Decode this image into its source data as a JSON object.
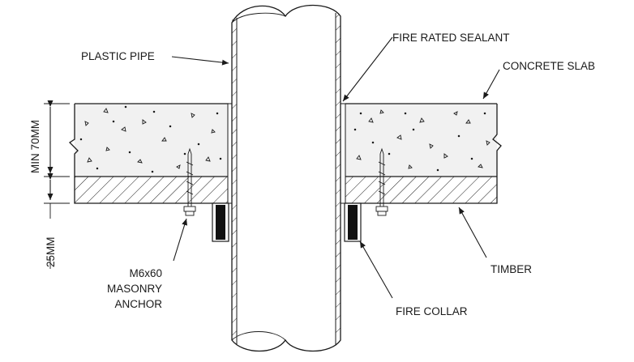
{
  "labels": {
    "plastic_pipe": "PLASTIC PIPE",
    "fire_rated_sealant": "FIRE RATED SEALANT",
    "concrete_slab": "CONCRETE SLAB",
    "timber": "TIMBER",
    "fire_collar": "FIRE COLLAR",
    "anchor_line1": "M6x60",
    "anchor_line2": "MASONRY",
    "anchor_line3": "ANCHOR"
  },
  "dimensions": {
    "slab_min": "MIN 70MM",
    "timber": "25MM"
  }
}
